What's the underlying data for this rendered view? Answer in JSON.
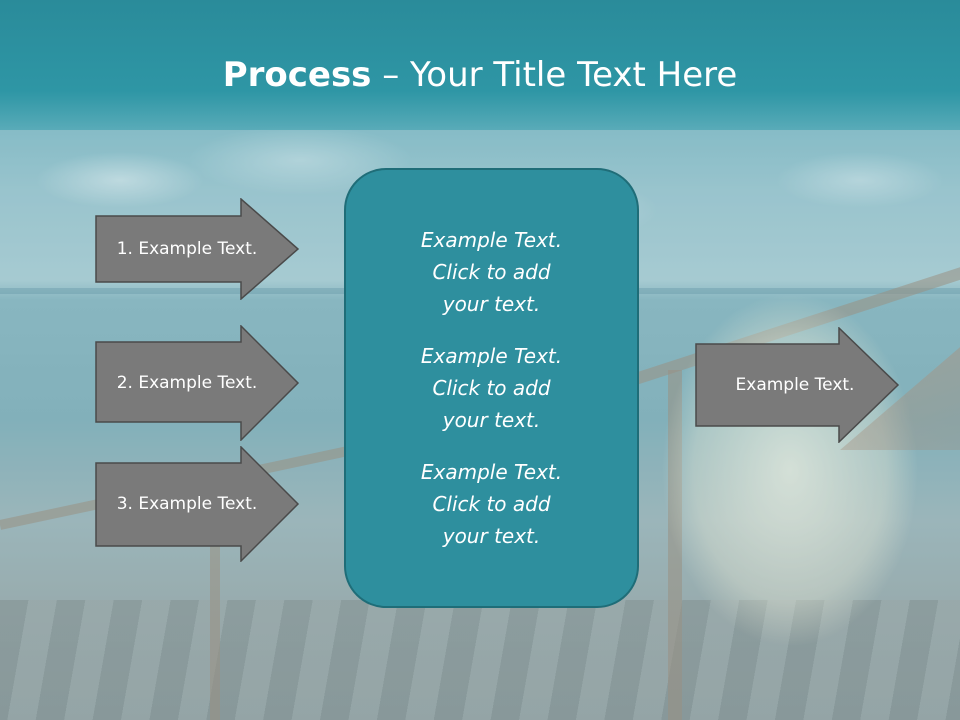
{
  "slide": {
    "title_bold": "Process",
    "title_rest": " – Your Title Text Here"
  },
  "left_arrows": [
    {
      "label": "1. Example Text."
    },
    {
      "label": "2. Example Text."
    },
    {
      "label": "3. Example Text."
    }
  ],
  "right_arrow": {
    "label": "Example Text."
  },
  "panel": {
    "blocks": [
      "Example Text.\nClick  to add\nyour text.",
      "Example Text.\nClick  to add\nyour text.",
      "Example Text.\nClick  to add\nyour text."
    ]
  },
  "colors": {
    "title_band": "#2e96a5",
    "panel_fill": "#2e8f9e",
    "arrow_fill": "#7a7a7a",
    "text": "#ffffff"
  }
}
